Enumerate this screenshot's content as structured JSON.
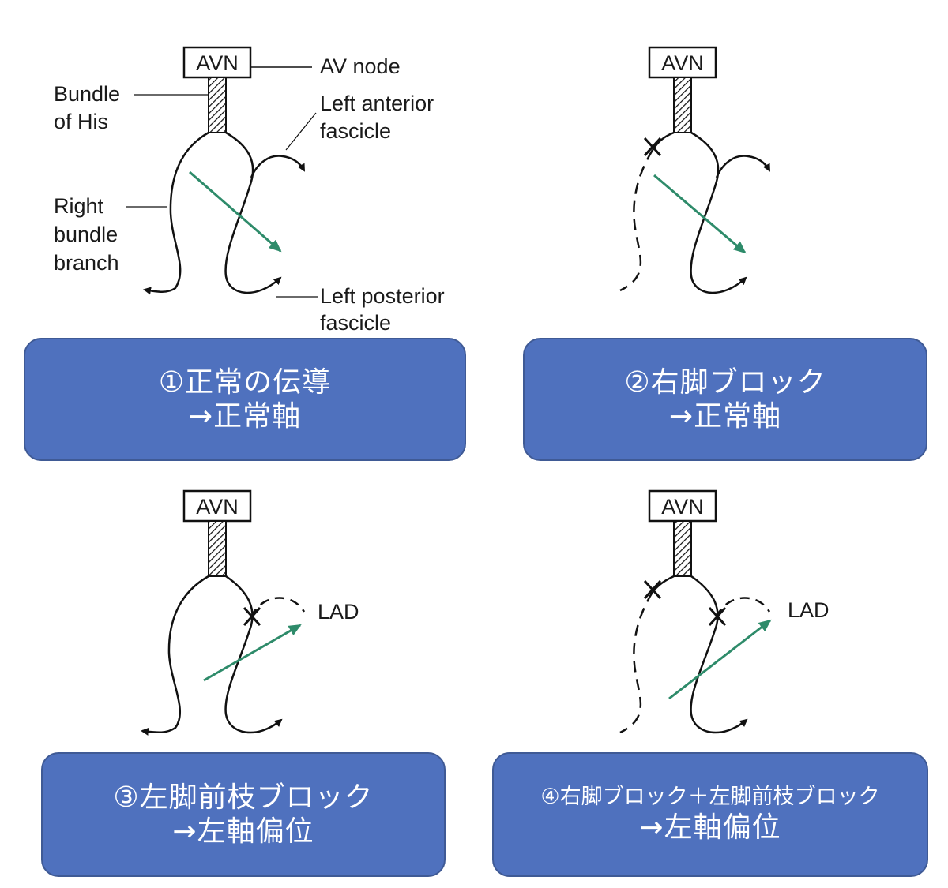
{
  "colors": {
    "caption_bg": "#4f71be",
    "caption_border": "#3f5a95",
    "caption_text": "#ffffff",
    "axis_arrow": "#2e8b6a",
    "line": "#111111"
  },
  "labels": {
    "avn": "AVN",
    "av_node": "AV node",
    "bundle_of_his": [
      "Bundle",
      "of His"
    ],
    "left_anterior_fascicle": [
      "Left anterior",
      "fascicle"
    ],
    "right_bundle_branch": [
      "Right",
      "bundle",
      "branch"
    ],
    "left_posterior_fascicle": [
      "Left posterior",
      "fascicle"
    ],
    "lad": "LAD"
  },
  "panels": [
    {
      "caption_line1": "①正常の伝導",
      "caption_line2": "→正常軸"
    },
    {
      "caption_line1": "②右脚ブロック",
      "caption_line2": "→正常軸"
    },
    {
      "caption_line1": "③左脚前枝ブロック",
      "caption_line2": "→左軸偏位"
    },
    {
      "caption_line1": "④右脚ブロック＋左脚前枝ブロック",
      "caption_line2": "→左軸偏位"
    }
  ]
}
